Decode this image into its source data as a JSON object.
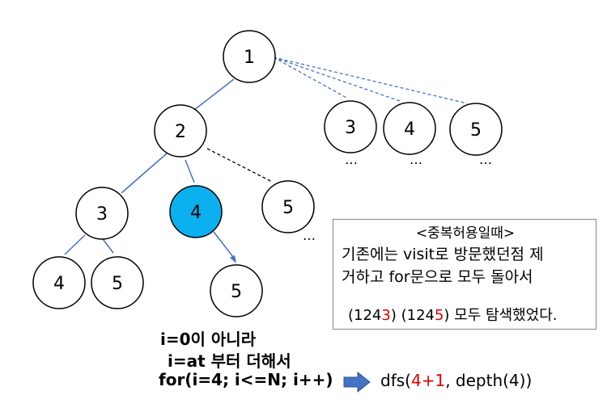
{
  "tree": {
    "root": "1",
    "level1": [
      "2"
    ],
    "root_dashed_children": [
      "3",
      "4",
      "5"
    ],
    "node2_children": [
      "3",
      "4"
    ],
    "node2_dashed_child": "5",
    "node3_children": [
      "4",
      "5"
    ],
    "node4_child": "5",
    "ellipsis": "…",
    "highlight_color": "#0bb0ef",
    "edge_color": "#4472c4"
  },
  "note": {
    "title": "<중복허용일때>",
    "line1": "기존에는 visit로 방문했던점 제",
    "line2": "거하고 for문으로 모두 돌아서",
    "result_pre1": "(124",
    "result_red1": "3",
    "result_mid": ") (124",
    "result_red2": "5",
    "result_post": ") 모두 탐색했었다."
  },
  "code": {
    "line1": "i=0이 아니라",
    "line2": "i=at 부터 더해서",
    "line3": "for(i=4; i<=N; i++)"
  },
  "call": {
    "prefix": "dfs(",
    "red": "4+1",
    "suffix": ", depth(4))"
  }
}
